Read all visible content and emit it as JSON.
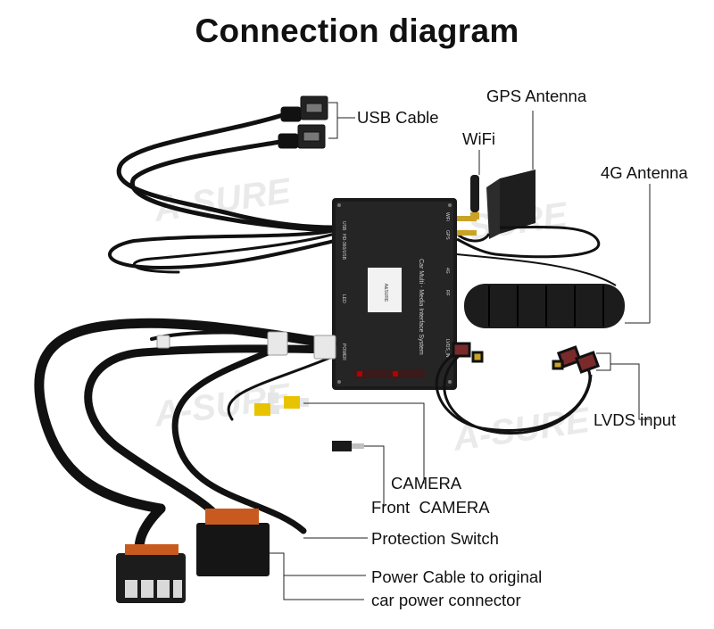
{
  "title": "Connection diagram",
  "labels": {
    "usb_cable": "USB Cable",
    "gps_antenna": "GPS Antenna",
    "wifi": "WiFi",
    "antenna_4g": "4G Antenna",
    "lvds_input": "LVDS input",
    "camera": "CAMERA",
    "front_camera": "Front  CAMERA",
    "protection_switch": "Protection Switch",
    "power_cable_line1": "Power Cable to original",
    "power_cable_line2": "car power connector"
  },
  "device": {
    "name": "Car Multi - Media Interface System",
    "ports": [
      "USB",
      "HD-360/USB",
      "LED",
      "POWER",
      "WiFi",
      "GPS",
      "4G",
      "RF",
      "LVDS_IN"
    ],
    "sticker": "A&SURE"
  },
  "watermark": "A-SURE"
}
